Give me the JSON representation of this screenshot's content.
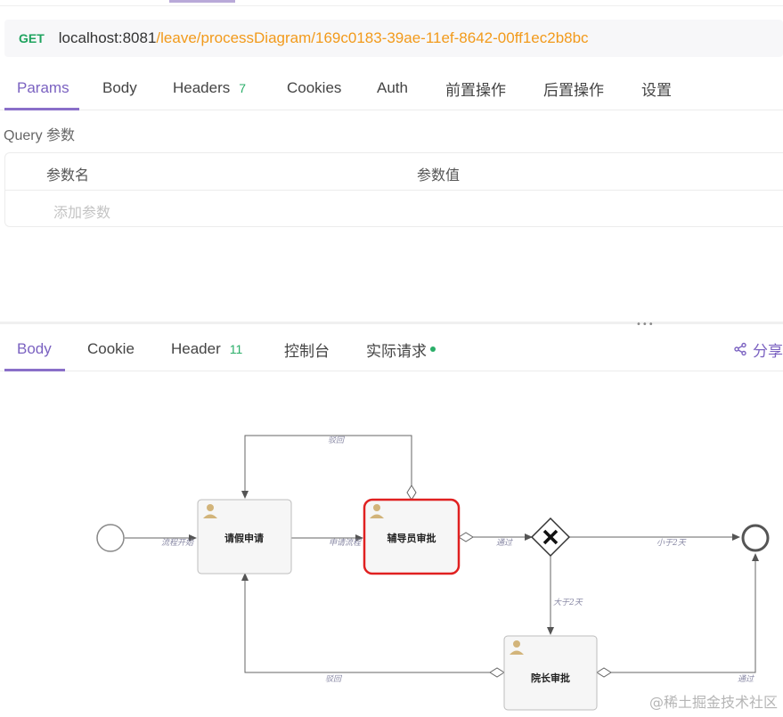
{
  "request": {
    "method": "GET",
    "url_host": "localhost:8081",
    "url_path": "/leave/processDiagram/169c0183-39ae-11ef-8642-00ff1ec2b8bc"
  },
  "request_tabs": [
    {
      "label": "Params"
    },
    {
      "label": "Body"
    },
    {
      "label": "Headers",
      "badge": "7"
    },
    {
      "label": "Cookies"
    },
    {
      "label": "Auth"
    },
    {
      "label": "前置操作"
    },
    {
      "label": "后置操作"
    },
    {
      "label": "设置"
    }
  ],
  "query": {
    "title": "Query 参数",
    "col_name": "参数名",
    "col_value": "参数值",
    "add_placeholder": "添加参数"
  },
  "response_tabs": [
    {
      "label": "Body"
    },
    {
      "label": "Cookie"
    },
    {
      "label": "Header",
      "badge": "11"
    },
    {
      "label": "控制台"
    },
    {
      "label": "实际请求"
    }
  ],
  "share_label": "分享",
  "diagram": {
    "tasks": {
      "apply": "请假申请",
      "counselor": "辅导员审批",
      "dean": "院长审批"
    },
    "flows": {
      "start": "流程开始",
      "submit": "申请流程",
      "reject_top": "驳回",
      "pass": "通过",
      "less_than": "小于2天",
      "greater_than": "大于2天",
      "reject_bottom": "驳回",
      "pass_dean": "通过"
    },
    "colors": {
      "active_border": "#e02020",
      "task_fill": "#f6f6f6",
      "task_border": "#bdbdbd",
      "line": "#6a6a6a",
      "user_icon": "#d2b47a"
    }
  },
  "watermark": "@稀土掘金技术社区"
}
